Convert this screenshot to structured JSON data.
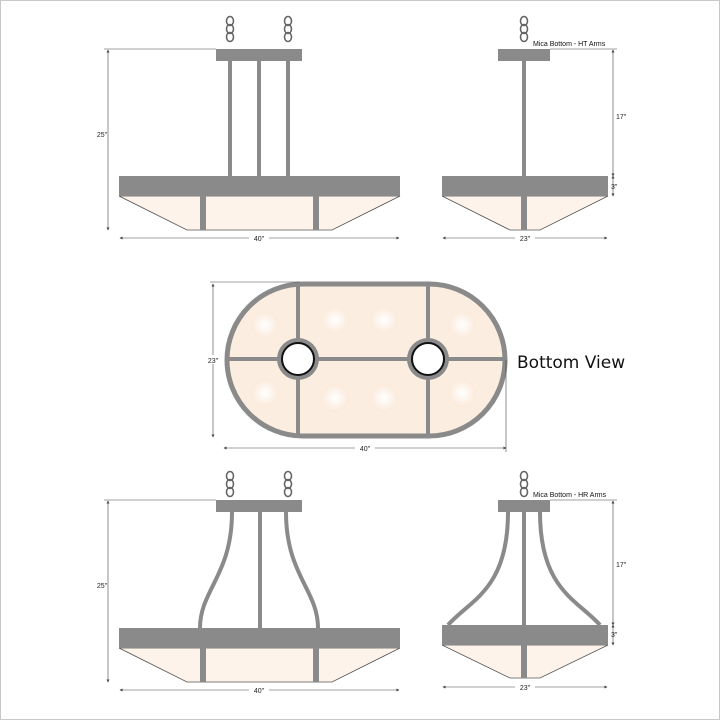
{
  "views": {
    "front_ht": {
      "height": "25\"",
      "width": "40\""
    },
    "side_ht": {
      "label": "Mica Bottom - HT Arms",
      "drop": "17\"",
      "band": "3\"",
      "width": "23\""
    },
    "bottom": {
      "title": "Bottom View",
      "height": "23\"",
      "width": "40\""
    },
    "front_hr": {
      "height": "25\"",
      "width": "40\""
    },
    "side_hr": {
      "label": "Mica Bottom - HR Arms",
      "drop": "17\"",
      "band": "3\"",
      "width": "23\""
    }
  },
  "colors": {
    "metal": "#8a8a8a",
    "mica": "#fbeee0",
    "frame": "#c8c8c8"
  }
}
